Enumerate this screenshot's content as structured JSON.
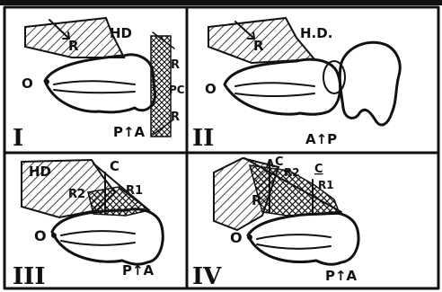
{
  "top_caption": "",
  "panels": [
    {
      "numeral": "I",
      "labels": {
        "hd": "HD",
        "r_upper": "R",
        "o": "O",
        "pa": "P↑A",
        "r_right_top": "R",
        "pc": "PC",
        "r_right_bottom": "R"
      }
    },
    {
      "numeral": "II",
      "labels": {
        "hd": "H.D.",
        "r_upper": "R",
        "o": "O",
        "ap": "A↑P"
      }
    },
    {
      "numeral": "III",
      "labels": {
        "hd": "HD",
        "c": "C",
        "r2": "R2",
        "r1": "R1",
        "o": "O",
        "pa": "P↑A"
      }
    },
    {
      "numeral": "IV",
      "labels": {
        "a": "A",
        "c": "C",
        "r2": "R2",
        "c_under": "C",
        "r1": "R1",
        "r": "R",
        "o": "O",
        "pa": "P↑A"
      }
    }
  ]
}
